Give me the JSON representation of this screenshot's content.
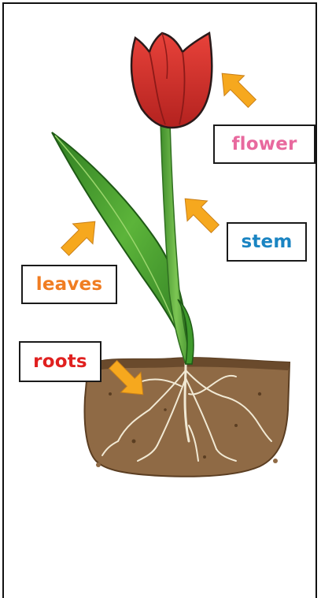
{
  "diagram": {
    "labels": {
      "flower": "flower",
      "stem": "stem",
      "leaves": "leaves",
      "roots": "roots"
    },
    "colors": {
      "flower_label": "#e8699e",
      "stem_label": "#1a84c2",
      "leaves_label": "#f07d22",
      "roots_label": "#e0201f",
      "arrow": "#f6a81e",
      "petal": "#d9302c",
      "leaf": "#3f9a2c",
      "soil": "#8f6a45",
      "root": "#f1e9d4"
    }
  }
}
